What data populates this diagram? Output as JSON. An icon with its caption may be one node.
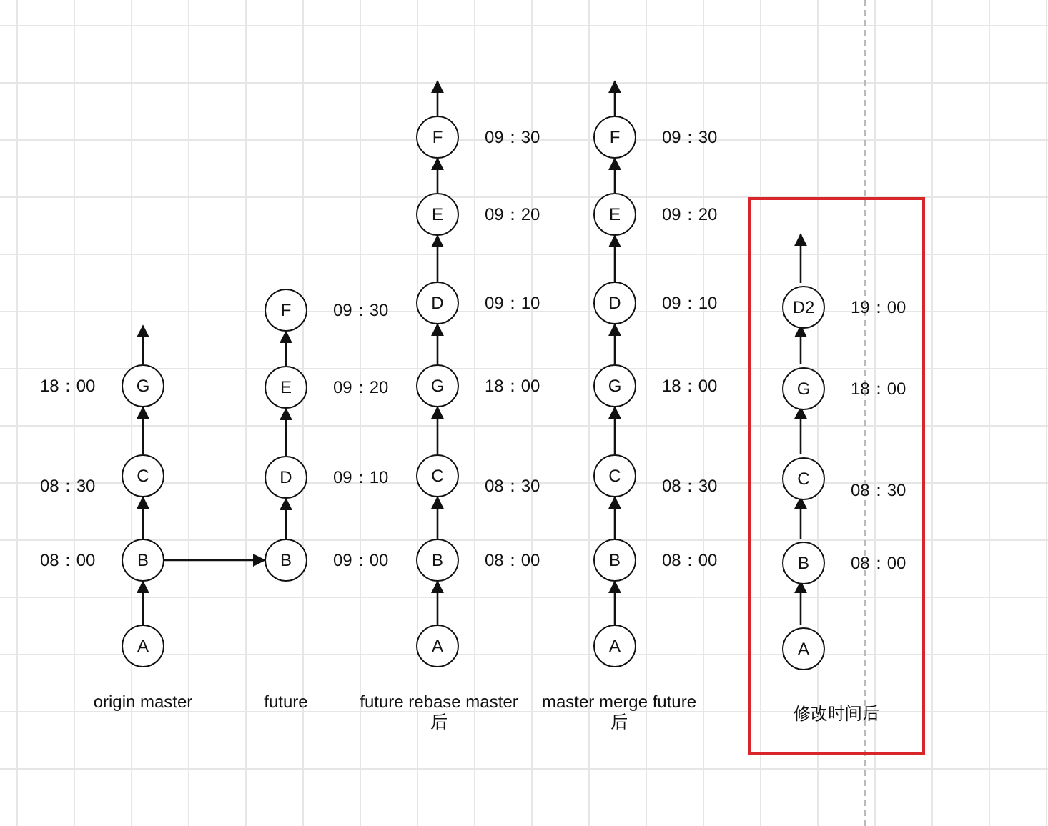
{
  "diagram": {
    "nodes": [
      {
        "text": [
          "A"
        ]
      },
      {
        "text": [
          "B"
        ],
        "beside": [
          "08：00"
        ]
      },
      {
        "text": [
          "C"
        ],
        "beside": [
          "08：30"
        ]
      },
      {
        "text": [
          "G"
        ],
        "beside": [
          "18：00"
        ]
      },
      {
        "text": [
          "B"
        ],
        "beside": [
          "09：00"
        ]
      },
      {
        "text": [
          "D"
        ],
        "beside": [
          "09：10"
        ]
      },
      {
        "text": [
          "E"
        ],
        "beside": [
          "09：20"
        ]
      },
      {
        "text": [
          "F"
        ],
        "beside": [
          "09：30"
        ]
      },
      {
        "text": [
          "A"
        ]
      },
      {
        "text": [
          "B"
        ],
        "beside": [
          "08：00"
        ]
      },
      {
        "text": [
          "C"
        ],
        "beside": [
          "08：30"
        ]
      },
      {
        "text": [
          "G"
        ],
        "beside": [
          "18：00"
        ]
      },
      {
        "text": [
          "D"
        ],
        "beside": [
          "09：10"
        ]
      },
      {
        "text": [
          "E"
        ],
        "beside": [
          "09：20"
        ]
      },
      {
        "text": [
          "F"
        ],
        "beside": [
          "09：30"
        ]
      },
      {
        "text": [
          "A"
        ]
      },
      {
        "text": [
          "B"
        ],
        "beside": [
          "08：00"
        ]
      },
      {
        "text": [
          "C"
        ],
        "beside": [
          "08：30"
        ]
      },
      {
        "text": [
          "G"
        ],
        "beside": [
          "18：00"
        ]
      },
      {
        "text": [
          "D"
        ],
        "beside": [
          "09：10"
        ]
      },
      {
        "text": [
          "E"
        ],
        "beside": [
          "09：20"
        ]
      },
      {
        "text": [
          "F"
        ],
        "beside": [
          "09：30"
        ]
      },
      {
        "text": [
          "修改时间后"
        ]
      },
      {
        "text": [
          "A"
        ],
        "in": 22
      },
      {
        "text": [
          "B"
        ],
        "in": 22,
        "beside": [
          "08：00"
        ]
      },
      {
        "text": [
          "C"
        ],
        "in": 22,
        "beside": [
          "08：30"
        ]
      },
      {
        "text": [
          "G"
        ],
        "in": 22,
        "beside": [
          "18：00"
        ]
      },
      {
        "text": [
          "D2"
        ],
        "in": 22,
        "beside": [
          "19：00"
        ]
      }
    ],
    "edges": [
      {
        "from": 0,
        "to": 1,
        "arrow": "to"
      },
      {
        "from": 1,
        "to": 2,
        "arrow": "to"
      },
      {
        "from": 2,
        "to": 3,
        "arrow": "to"
      },
      {
        "from": 3,
        "to": null,
        "arrow": "to"
      },
      {
        "from": 1,
        "to": 4,
        "arrow": "to"
      },
      {
        "from": 4,
        "to": 5,
        "arrow": "to"
      },
      {
        "from": 5,
        "to": 6,
        "arrow": "to"
      },
      {
        "from": 6,
        "to": 7,
        "arrow": "to"
      },
      {
        "from": 8,
        "to": 9,
        "arrow": "to"
      },
      {
        "from": 9,
        "to": 10,
        "arrow": "to"
      },
      {
        "from": 10,
        "to": 11,
        "arrow": "to"
      },
      {
        "from": 11,
        "to": 12,
        "arrow": "to"
      },
      {
        "from": 12,
        "to": 13,
        "arrow": "to"
      },
      {
        "from": 13,
        "to": 14,
        "arrow": "to"
      },
      {
        "from": 14,
        "to": null,
        "arrow": "to"
      },
      {
        "from": 15,
        "to": 16,
        "arrow": "to"
      },
      {
        "from": 16,
        "to": 17,
        "arrow": "to"
      },
      {
        "from": 17,
        "to": 18,
        "arrow": "to"
      },
      {
        "from": 18,
        "to": 19,
        "arrow": "to"
      },
      {
        "from": 19,
        "to": 20,
        "arrow": "to"
      },
      {
        "from": 20,
        "to": 21,
        "arrow": "to"
      },
      {
        "from": 21,
        "to": null,
        "arrow": "to"
      },
      {
        "from": 23,
        "to": 24,
        "arrow": "to"
      },
      {
        "from": 24,
        "to": 25,
        "arrow": "to"
      },
      {
        "from": 25,
        "to": 26,
        "arrow": "to"
      },
      {
        "from": 26,
        "to": 27,
        "arrow": "to"
      },
      {
        "from": 27,
        "to": null,
        "arrow": "to"
      }
    ],
    "labels": [
      "origin master",
      "future",
      "future rebase master 后",
      "master merge future 后"
    ]
  }
}
